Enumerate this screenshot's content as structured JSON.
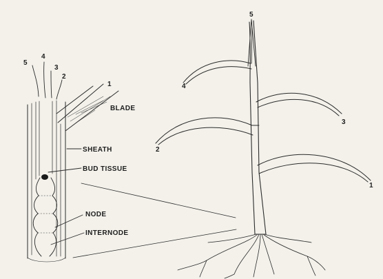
{
  "detail": {
    "leaf_numbers": [
      "5",
      "4",
      "3",
      "2",
      "1"
    ],
    "labels": {
      "blade": "BLADE",
      "sheath": "SHEATH",
      "bud_tissue": "BUD TISSUE",
      "node": "NODE",
      "internode": "INTERNODE"
    }
  },
  "plant": {
    "leaf_numbers": [
      "5",
      "4",
      "3",
      "2",
      "1"
    ]
  },
  "colors": {
    "ink": "#2b2b2b",
    "paper": "#f3f1ea",
    "bud": "#1a1a1a"
  }
}
